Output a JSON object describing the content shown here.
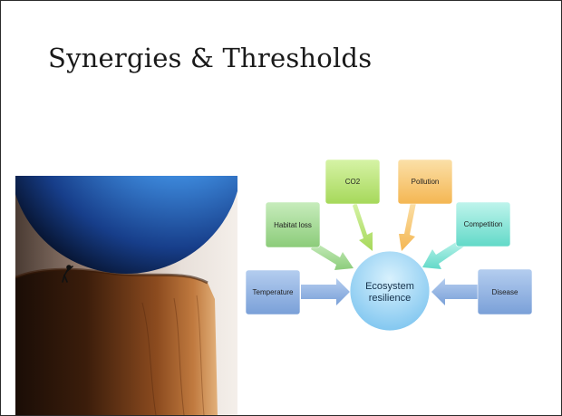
{
  "slide": {
    "title": "Synergies & Thresholds",
    "image_caption": ""
  },
  "diagram": {
    "center": {
      "line1": "Ecosystem",
      "line2": "resilience"
    },
    "factors": [
      {
        "id": "temperature",
        "label": "Temperature"
      },
      {
        "id": "habitat-loss",
        "label": "Habitat loss"
      },
      {
        "id": "co2",
        "label": "CO2"
      },
      {
        "id": "pollution",
        "label": "Pollution"
      },
      {
        "id": "competition",
        "label": "Competition"
      },
      {
        "id": "disease",
        "label": "Disease"
      }
    ]
  },
  "colors": {
    "blue": "#8fb3e0",
    "green": "#9fd68f",
    "yellow_green": "#b8e070",
    "orange": "#f7c36b",
    "teal": "#7fe3d6",
    "circle": "#8fd0f3"
  }
}
